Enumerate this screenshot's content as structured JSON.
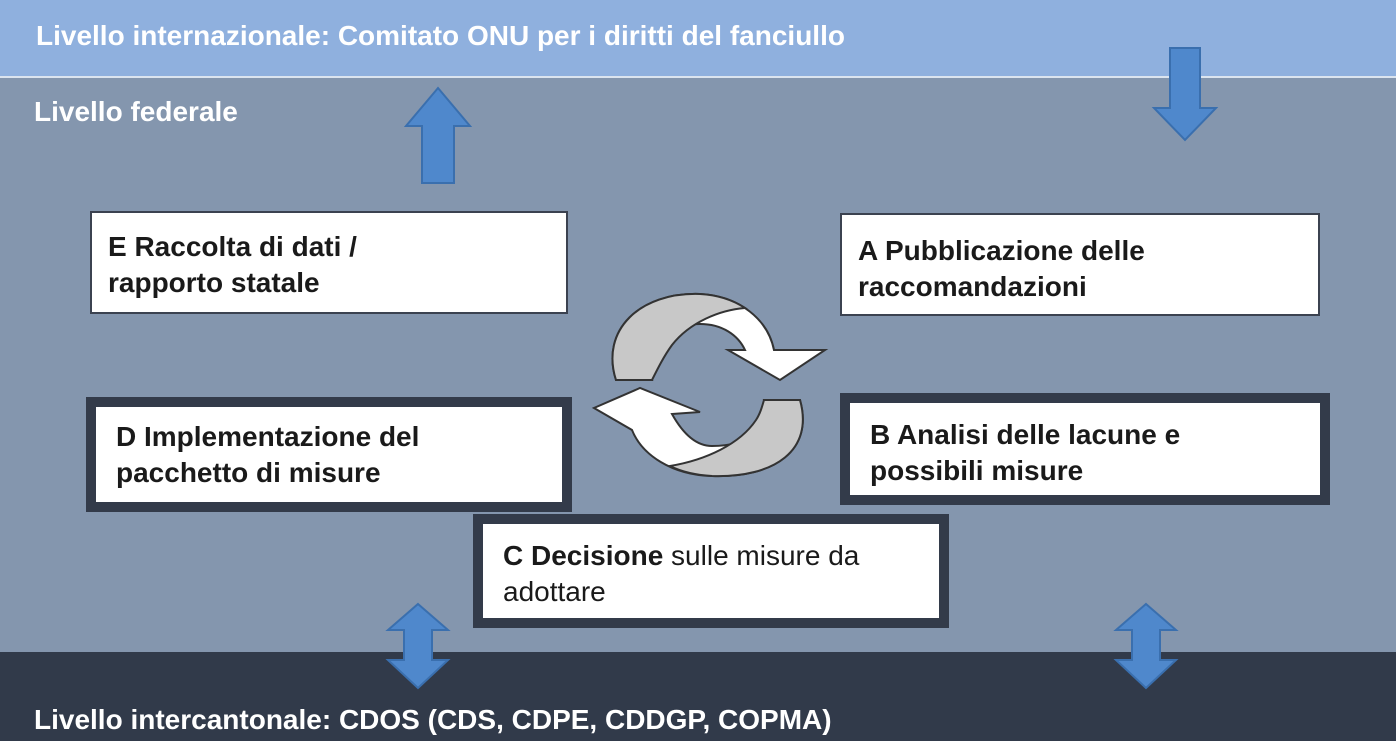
{
  "levels": {
    "international": "Livello internazionale: Comitato ONU per i diritti del fanciullo",
    "federal": "Livello federale",
    "intercantonal": "Livello intercantonale: CDOS (CDS, CDPE, CDDGP, COPMA)"
  },
  "steps": {
    "e": {
      "line1": "E Raccolta di dati /",
      "line2": "rapporto statale"
    },
    "a": {
      "line1": "A Pubblicazione delle",
      "line2": "raccomandazioni"
    },
    "d": {
      "line1": "D Implementazione del",
      "line2": "pacchetto di misure"
    },
    "b": {
      "line1": "B Analisi delle lacune e",
      "line2": "possibili misure"
    },
    "c": {
      "line1_bold": "C Decisione",
      "line1_rest": " sulle misure da",
      "line2": "adottare"
    }
  },
  "colors": {
    "international_band": "#8fb0de",
    "federal_band": "#8496ae",
    "intercantonal_band": "#313a4a",
    "arrow_blue": "#4f88cc",
    "cycle_gray": "#c8c8c8"
  },
  "icons": [
    "up-arrow-icon",
    "down-arrow-icon",
    "double-arrow-icon",
    "cycle-arrows-icon"
  ]
}
